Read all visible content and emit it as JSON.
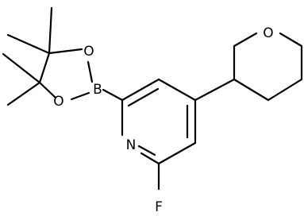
{
  "structure": {
    "atoms": {
      "n1": "N",
      "f1": "F",
      "b1": "B",
      "o1": "O",
      "o2": "O",
      "o3": "O"
    }
  },
  "colors": {
    "background": "#ffffff",
    "bonds": "#000000",
    "labels": "#000000"
  }
}
